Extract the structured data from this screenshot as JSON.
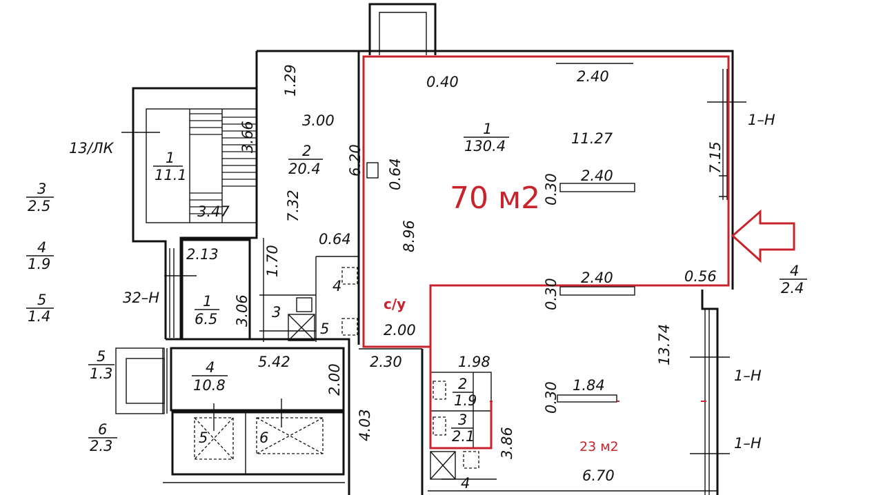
{
  "colors": {
    "highlight": "#c8232c",
    "lines": "#111111",
    "background": "#ffffff"
  },
  "highlights": {
    "main_area": "70 м2",
    "small_area": "23 м2",
    "bathroom": "с/у"
  },
  "rooms": [
    {
      "num": "1",
      "area": "130.4"
    },
    {
      "num": "2",
      "area": "20.4"
    },
    {
      "num": "1",
      "area": "11.1"
    },
    {
      "num": "1",
      "area": "6.5"
    },
    {
      "num": "4",
      "area": "10.8"
    },
    {
      "num": "2",
      "area": "1.9"
    },
    {
      "num": "3",
      "area": "2.1"
    }
  ],
  "left_legend": [
    {
      "num": "3",
      "area": "2.5"
    },
    {
      "num": "4",
      "area": "1.9"
    },
    {
      "num": "5",
      "area": "1.4"
    },
    {
      "num": "5",
      "area": "1.3"
    },
    {
      "num": "6",
      "area": "2.3"
    }
  ],
  "right_legend": {
    "num": "4",
    "area": "2.4"
  },
  "tags": {
    "stair": "13/ЛК",
    "window_left": "32–Н",
    "win_r1": "1–Н",
    "win_r2": "1–Н",
    "win_r3": "1–Н"
  },
  "dims": {
    "d040": "0.40",
    "d240_top": "2.40",
    "d1127": "11.27",
    "d715": "7.15",
    "d064v": "0.64",
    "d030a": "0.30",
    "d240_mid": "2.40",
    "d896": "8.96",
    "d240_low": "2.40",
    "d056": "0.56",
    "d030b": "0.30",
    "d1374": "13.74",
    "d200_wc": "2.00",
    "d230": "2.30",
    "d198": "1.98",
    "d030c": "0.30",
    "d184": "1.84",
    "d386": "3.86",
    "d670": "6.70",
    "d129": "1.29",
    "d300": "3.00",
    "d620": "6.20",
    "d732": "7.32",
    "d064h": "0.64",
    "d366": "3.66",
    "d347": "3.47",
    "d213": "2.13",
    "d170": "1.70",
    "d306": "3.06",
    "d542": "5.42",
    "d200b": "2.00",
    "d403": "4.03",
    "n4": "4",
    "n3": "3",
    "n5": "5",
    "n4b": "4",
    "n5b": "5",
    "n6b": "6"
  }
}
